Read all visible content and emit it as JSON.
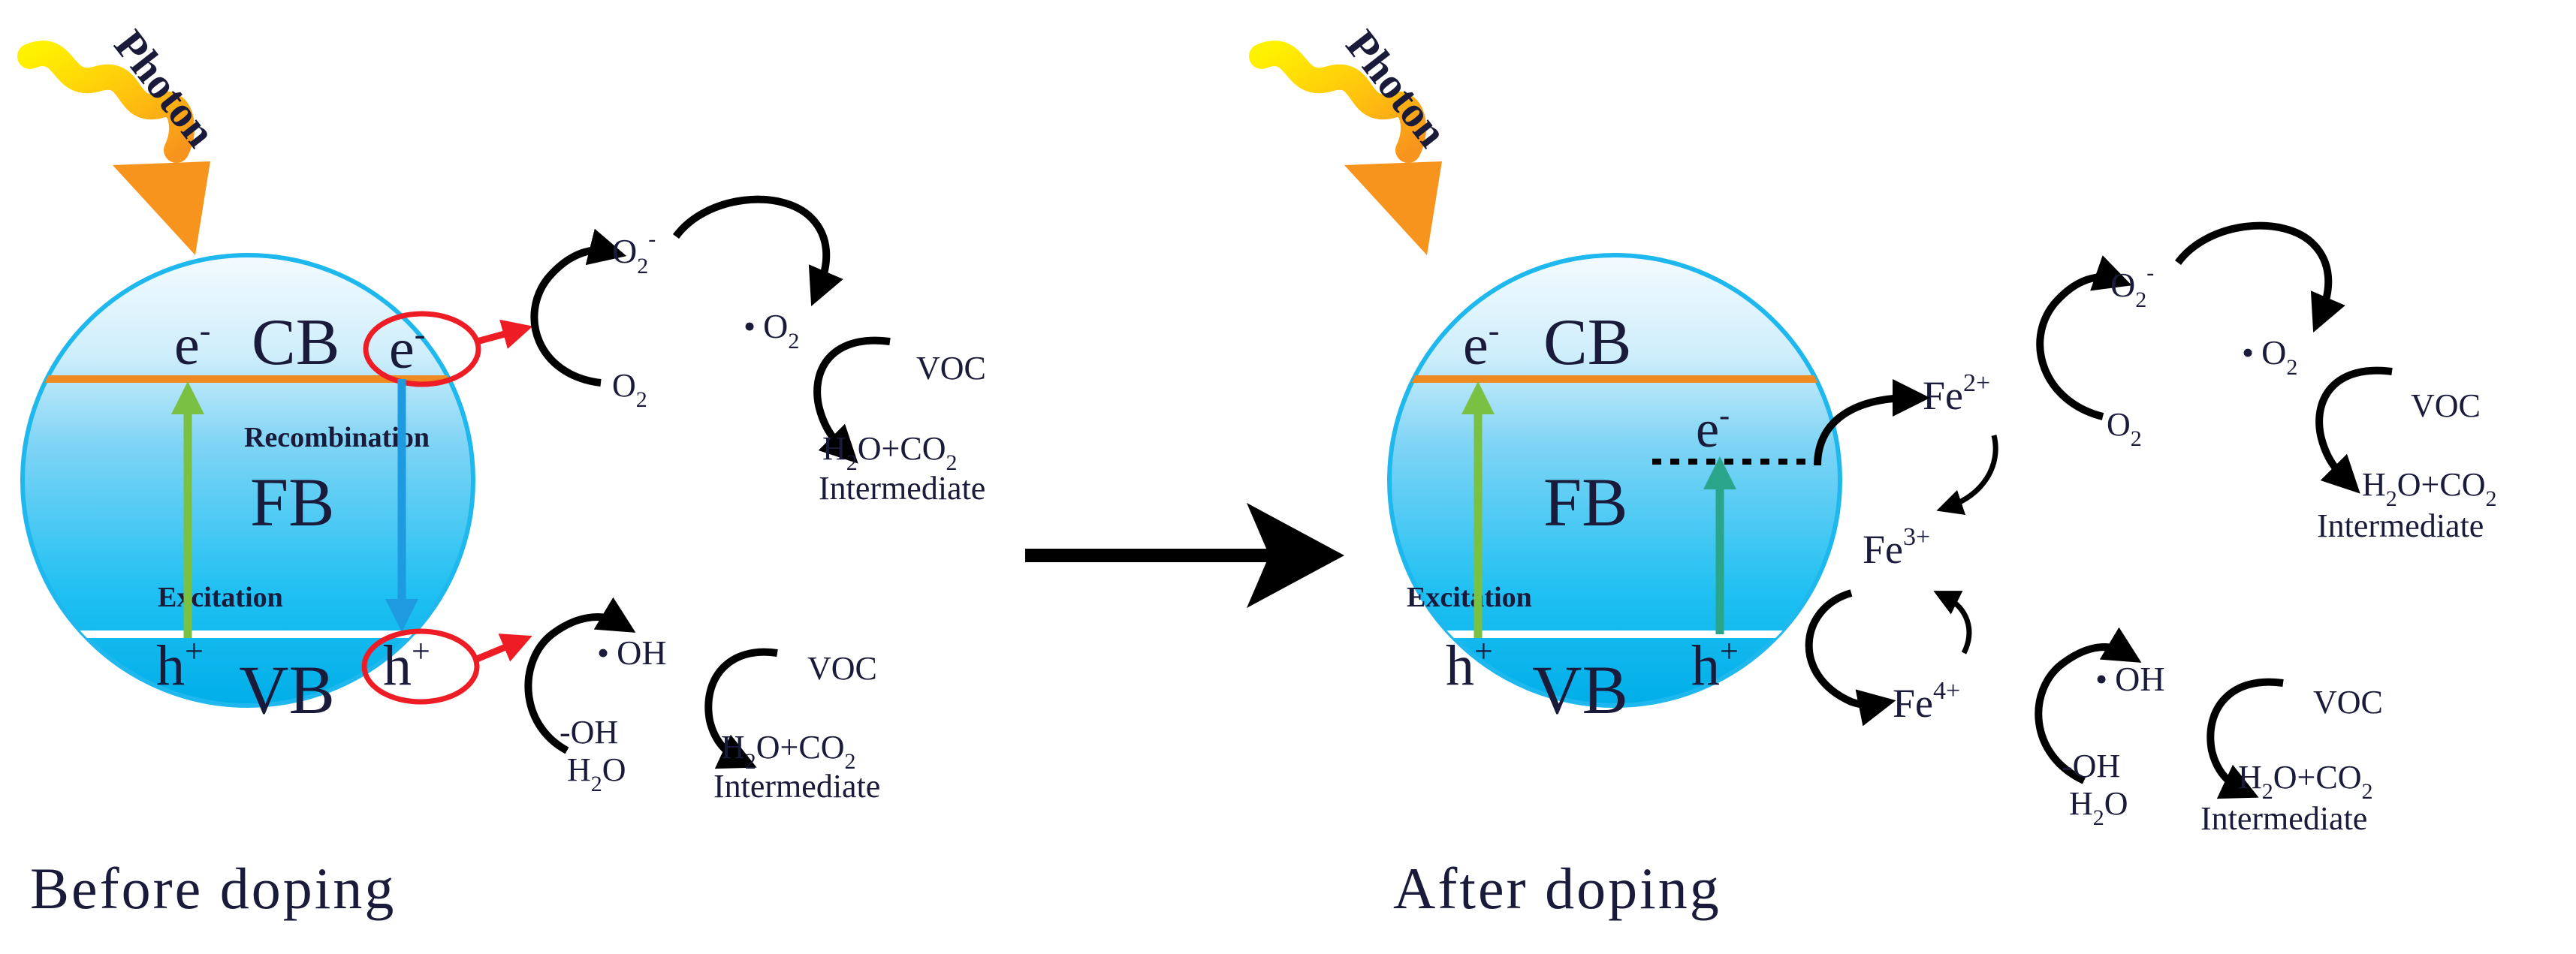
{
  "panels": [
    {
      "caption": "Before doping",
      "photon": "Photon",
      "cb": "CB",
      "vb": "VB",
      "fb": "FB",
      "electron": "e",
      "electron_sup": "-",
      "hole": "h",
      "hole_sup": "+",
      "recombination": "Recombination",
      "excitation": "Excitation",
      "o2_superoxide": "O",
      "o2_superoxide_sub": "2",
      "o2_superoxide_sup": "-",
      "o2": "O",
      "o2_sub": "2",
      "o2_radical_dot": "•",
      "o2_radical": "O",
      "o2_radical_sub": "2",
      "voc": "VOC",
      "products": "H",
      "products_sub1": "2",
      "products_mid": "O+CO",
      "products_sub2": "2",
      "intermediate": "Intermediate",
      "oh_dot": "•",
      "oh": "OH",
      "oh_minus": "-OH",
      "h2o": "H",
      "h2o_sub": "2",
      "h2o_o": "O",
      "voc2": "VOC",
      "products2": "H",
      "products2_sub1": "2",
      "products2_mid": "O+CO",
      "products2_sub2": "2",
      "intermediate2": "Intermediate"
    },
    {
      "caption": "After doping",
      "photon": "Photon",
      "cb": "CB",
      "vb": "VB",
      "fb": "FB",
      "electron": "e",
      "electron_sup": "-",
      "hole": "h",
      "hole_sup": "+",
      "excitation": "Excitation",
      "fe2": "Fe",
      "fe2_sup": "2+",
      "fe3": "Fe",
      "fe3_sup": "3+",
      "fe4": "Fe",
      "fe4_sup": "4+",
      "o2_superoxide": "O",
      "o2_superoxide_sub": "2",
      "o2_superoxide_sup": "-",
      "o2": "O",
      "o2_sub": "2",
      "o2_radical_dot": "•",
      "o2_radical": "O",
      "o2_radical_sub": "2",
      "voc": "VOC",
      "products": "H",
      "products_sub1": "2",
      "products_mid": "O+CO",
      "products_sub2": "2",
      "intermediate": "Intermediate",
      "oh_dot": "•",
      "oh": "OH",
      "oh_minus": "-OH",
      "h2o": "H",
      "h2o_sub": "2",
      "h2o_o": "O",
      "voc2": "VOC",
      "products2": "H",
      "products2_sub1": "2",
      "products2_mid": "O+CO",
      "products2_sub2": "2",
      "intermediate2": "Intermediate"
    }
  ],
  "colors": {
    "sphere_top": "#f4fbff",
    "sphere_mid": "#7fd4f5",
    "sphere_bottom": "#00b3ee",
    "sphere_outline": "#1fb8ee",
    "cb_line": "#ee8a22",
    "vb_line": "#ffffff",
    "excitation_arrow": "#7ac143",
    "recombination_arrow": "#1e9be0",
    "teal_arrow": "#2aa58a",
    "red": "#ee1c24",
    "photon_yellow": "#fff200",
    "photon_orange": "#f7941d",
    "text_dark": "#1a1a3a"
  }
}
